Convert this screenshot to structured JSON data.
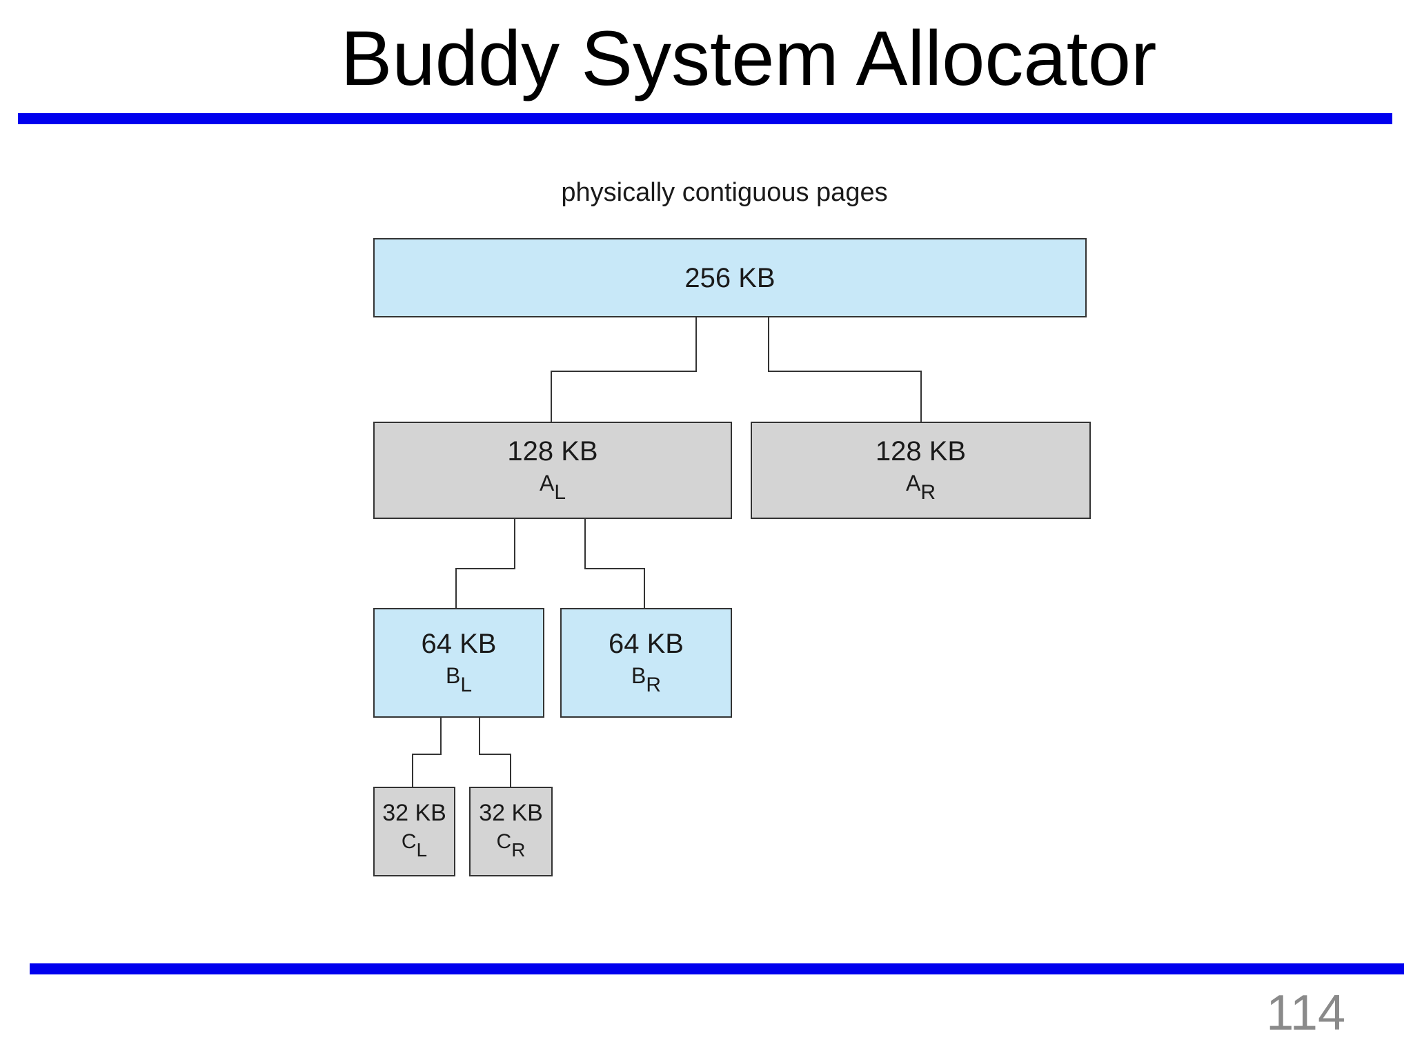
{
  "slide": {
    "title": "Buddy System Allocator",
    "page_number": "114",
    "rule_color": "#0000ee"
  },
  "diagram": {
    "caption": "physically contiguous pages",
    "colors": {
      "free_block": "#c8e8f8",
      "split_block": "#d4d4d4"
    },
    "blocks": {
      "root": {
        "size": "256 KB",
        "name": "",
        "sub": ""
      },
      "a_left": {
        "size": "128 KB",
        "name": "A",
        "sub": "L"
      },
      "a_right": {
        "size": "128 KB",
        "name": "A",
        "sub": "R"
      },
      "b_left": {
        "size": "64 KB",
        "name": "B",
        "sub": "L"
      },
      "b_right": {
        "size": "64 KB",
        "name": "B",
        "sub": "R"
      },
      "c_left": {
        "size": "32 KB",
        "name": "C",
        "sub": "L"
      },
      "c_right": {
        "size": "32 KB",
        "name": "C",
        "sub": "R"
      }
    }
  }
}
